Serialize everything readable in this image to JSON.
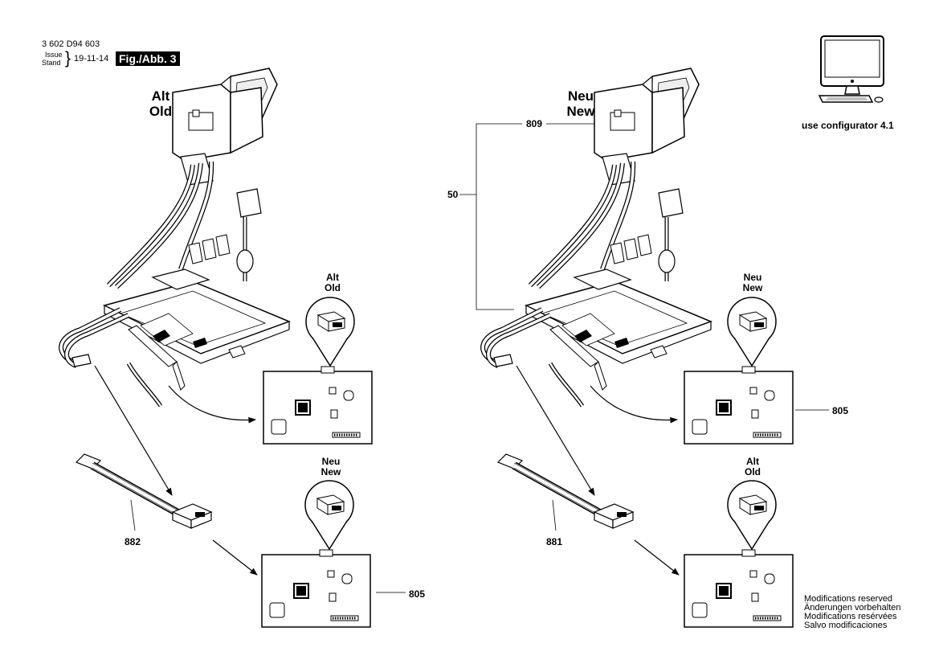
{
  "header": {
    "doc_number": "3 602 D94 603",
    "issue_label": "Issue",
    "stand_label": "Stand",
    "date": "19-11-14",
    "figure": "Fig./Abb. 3"
  },
  "left_panel": {
    "title_line1": "Alt",
    "title_line2": "Old",
    "top_board": {
      "callout_line1": "Alt",
      "callout_line2": "Old"
    },
    "bottom_board": {
      "callout_line1": "Neu",
      "callout_line2": "New",
      "part_number": "805"
    },
    "cable_part_number": "882"
  },
  "right_panel": {
    "title_line1": "Neu",
    "title_line2": "New",
    "switch_part_number": "809",
    "assembly_part_number": "50",
    "top_board": {
      "callout_line1": "Neu",
      "callout_line2": "New",
      "part_number": "805"
    },
    "bottom_board": {
      "callout_line1": "Alt",
      "callout_line2": "Old"
    },
    "cable_part_number": "881"
  },
  "configurator": {
    "label": "use configurator 4.1"
  },
  "notes": [
    "Modifications reserved",
    "Änderungen vorbehalten",
    "Modifications resérvées",
    "Salvo modificaciones"
  ]
}
